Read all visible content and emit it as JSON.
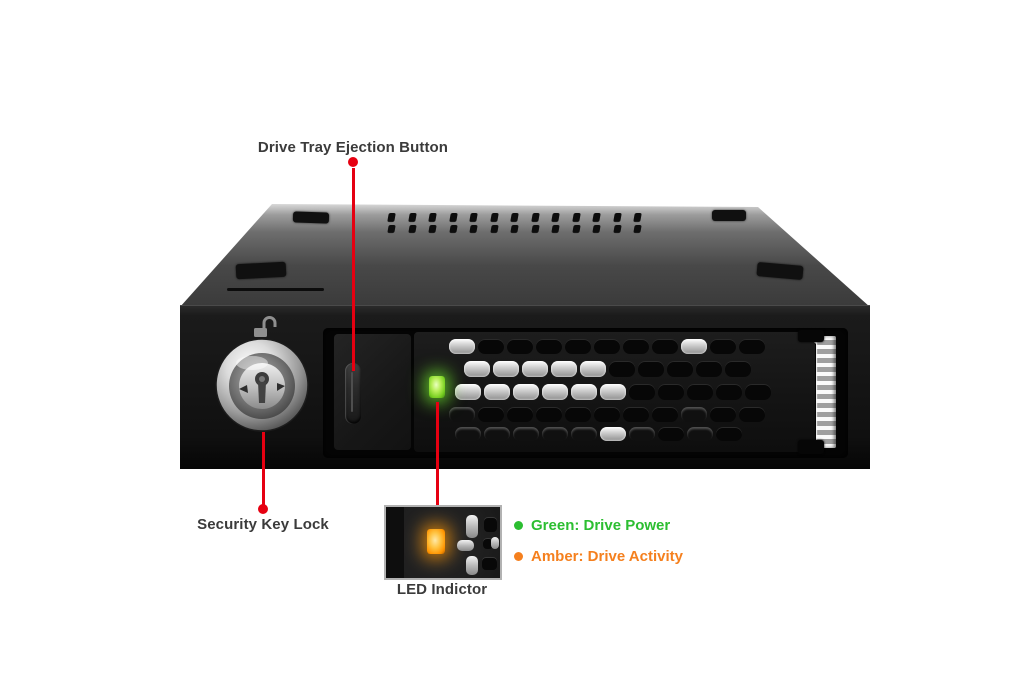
{
  "figure": {
    "type": "annotated-product-photo",
    "subject": "2.5-inch drive bay mobile rack, front view"
  },
  "labels": {
    "ejection_button": "Drive Tray Ejection Button",
    "security_lock": "Security Key Lock",
    "led_indicator": "LED Indictor"
  },
  "legend": {
    "items": [
      {
        "label": "Green: Drive Power",
        "color": "#2cbe31"
      },
      {
        "label": "Amber: Drive Activity",
        "color": "#f5801e"
      }
    ]
  },
  "colors": {
    "annotation_red": "#e60011",
    "label_text": "#3b3b3b",
    "led_green": "#8fe03a",
    "led_amber": "#ffa800",
    "background": "#ffffff"
  }
}
